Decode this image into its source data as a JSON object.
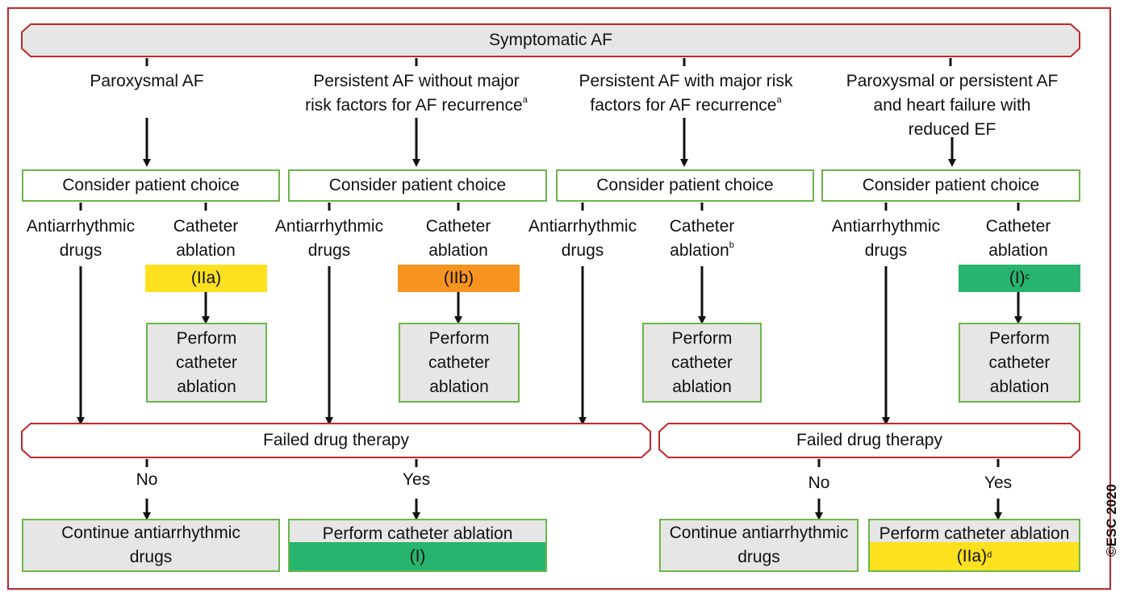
{
  "title": "Symptomatic AF",
  "columns": [
    {
      "label": "Paroxysmal AF"
    },
    {
      "label_line1": "Persistent AF without major",
      "label_line2": "risk factors for AF recurrence",
      "sup": "a"
    },
    {
      "label_line1": "Persistent AF with major risk",
      "label_line2": "factors for AF recurrence",
      "sup": "a"
    },
    {
      "label_line1": "Paroxysmal or persistent AF",
      "label_line2": "and heart failure with",
      "label_line3": "reduced EF"
    }
  ],
  "consider": "Consider patient choice",
  "aad_line1": "Antiarrhythmic",
  "aad_line2": "drugs",
  "ca_line1": "Catheter",
  "ca_line2": "ablation",
  "ca_sup_b": "b",
  "recs": {
    "col1": "(IIa)",
    "col2": "(IIb)",
    "col4": "(I)",
    "col4_sup": "c"
  },
  "perform_line1": "Perform",
  "perform_line2": "catheter",
  "perform_line3": "ablation",
  "failed": "Failed drug therapy",
  "no": "No",
  "yes": "Yes",
  "continue_line1": "Continue antiarrhythmic",
  "continue_line2": "drugs",
  "perform_ca": "Perform catheter ablation",
  "bottom_recs": {
    "left": "(I)",
    "right": "(IIa)",
    "right_sup": "d"
  },
  "copyright": "©ESC 2020",
  "colors": {
    "frame": "#c0282d",
    "box_border": "#6bb64a",
    "box_fill": "#e6e6e6",
    "class_I": "#27b46e",
    "class_IIa": "#fde11f",
    "class_IIb": "#f7941f"
  }
}
